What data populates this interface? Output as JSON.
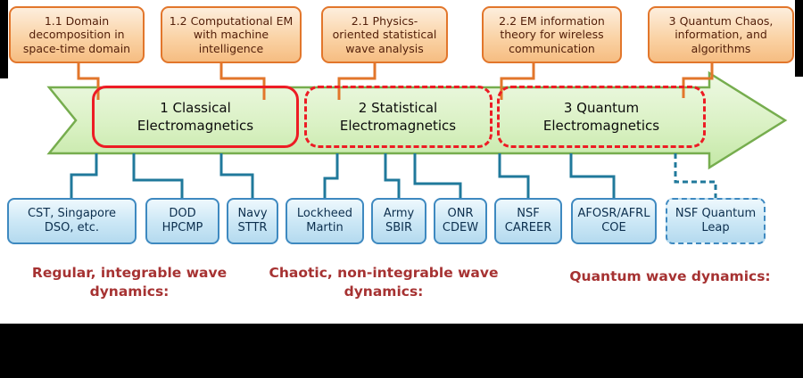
{
  "top_boxes": [
    {
      "label": "1.1 Domain decomposition in space-time domain"
    },
    {
      "label": "1.2 Computational EM with machine intelligence"
    },
    {
      "label": "2.1 Physics-oriented statistical wave analysis"
    },
    {
      "label": "2.2 EM information theory for wireless communication"
    },
    {
      "label": "3 Quantum Chaos, information, and algorithms"
    }
  ],
  "arrow_sections": [
    {
      "label": "1 Classical Electromagnetics",
      "outline": "solid"
    },
    {
      "label": "2 Statistical Electromagnetics",
      "outline": "dashed"
    },
    {
      "label": "3 Quantum Electromagnetics",
      "outline": "dashed"
    }
  ],
  "funding_boxes": [
    {
      "label": "CST, Singapore DSO, etc."
    },
    {
      "label": "DOD HPCMP"
    },
    {
      "label": "Navy STTR"
    },
    {
      "label": "Lockheed Martin"
    },
    {
      "label": "Army SBIR"
    },
    {
      "label": "ONR CDEW"
    },
    {
      "label": "NSF CAREER"
    },
    {
      "label": "AFOSR/AFRL COE"
    },
    {
      "label": "NSF Quantum Leap",
      "outline": "dashed"
    }
  ],
  "captions": [
    {
      "label": "Regular, integrable wave dynamics:"
    },
    {
      "label": "Chaotic, non-integrable wave dynamics:"
    },
    {
      "label": "Quantum wave dynamics:"
    }
  ],
  "colors": {
    "top_box_border": "#e2762b",
    "arrow_green_border": "#76ad4e",
    "highlight_red": "#ed1c24",
    "funding_border": "#3e89c0",
    "connector_teal": "#20799b",
    "connector_orange": "#e2762b",
    "caption_red": "#a63232"
  }
}
